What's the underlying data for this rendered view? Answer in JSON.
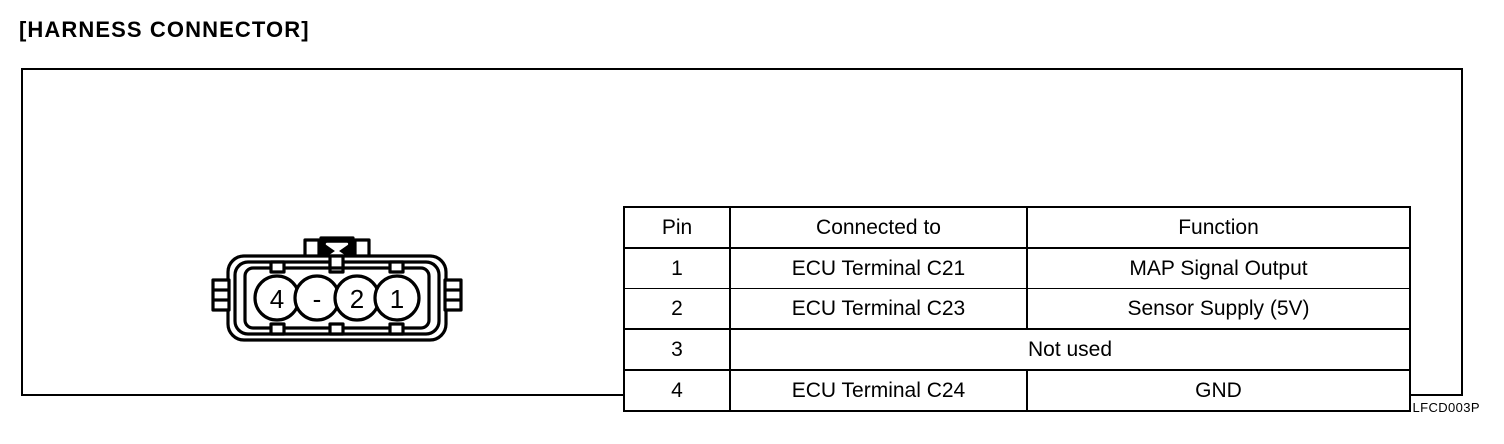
{
  "section": {
    "title": "[HARNESS CONNECTOR]"
  },
  "connector": {
    "name": "4-pin harness connector",
    "pin_labels": [
      "4",
      "-",
      "2",
      "1"
    ],
    "pin_label_4": "4",
    "pin_label_3": "-",
    "pin_label_2": "2",
    "pin_label_1": "1"
  },
  "table": {
    "headers": {
      "pin": "Pin",
      "connected_to": "Connected to",
      "function": "Function"
    },
    "rows": [
      {
        "pin": "1",
        "connected_to": "ECU Terminal C21",
        "function": "MAP Signal Output",
        "span": false
      },
      {
        "pin": "2",
        "connected_to": "ECU Terminal C23",
        "function": "Sensor Supply (5V)",
        "span": false
      },
      {
        "pin": "3",
        "connected_to": "Not used",
        "function": "",
        "span": true
      },
      {
        "pin": "4",
        "connected_to": "ECU Terminal C24",
        "function": "GND",
        "span": false
      }
    ]
  },
  "figure_code": "LFCD003P",
  "colors": {
    "ink": "#000000",
    "paper": "#ffffff"
  }
}
